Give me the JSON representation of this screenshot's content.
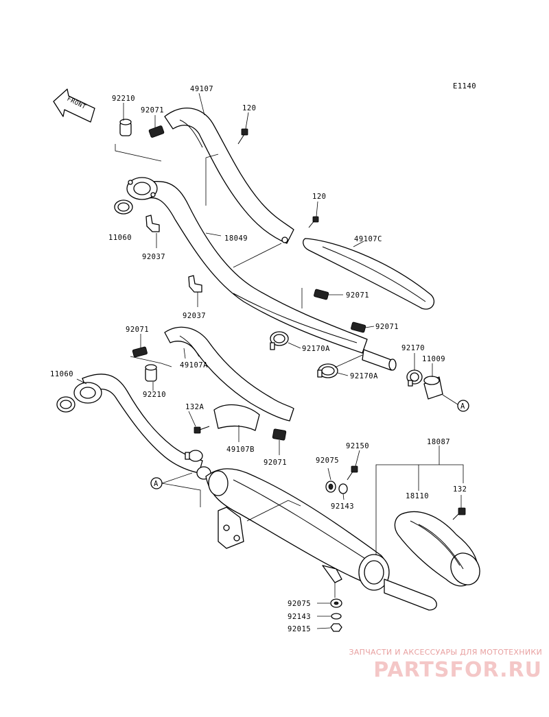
{
  "diagram": {
    "code": "E1140",
    "front_label": "FRONT",
    "labels": {
      "p92210_top": "92210",
      "p92071_top": "92071",
      "p49107": "49107",
      "p120_top": "120",
      "p11060_top": "11060",
      "p92037_top": "92037",
      "p18049": "18049",
      "p120_mid": "120",
      "p49107c": "49107C",
      "p92037_mid": "92037",
      "p92071_mid": "92071",
      "p92071_right": "92071",
      "p92170a_1": "92170A",
      "p92170a_2": "92170A",
      "p92170": "92170",
      "p11009": "11009",
      "ref_a_right": "A",
      "p92071_left": "92071",
      "p11060_left": "11060",
      "p49107a": "49107A",
      "p92210_left": "92210",
      "p132a": "132A",
      "p49107b": "49107B",
      "p92071_b": "92071",
      "p92150": "92150",
      "p18087": "18087",
      "p92075_top": "92075",
      "p92143_top": "92143",
      "p18110": "18110",
      "p132": "132",
      "ref_a_left": "A",
      "p92075_bot": "92075",
      "p92143_bot": "92143",
      "p92015": "92015"
    }
  },
  "watermark": {
    "line1": "ЗАПЧАСТИ И АКСЕССУАРЫ ДЛЯ МОТОТЕХНИКИ",
    "logo": "PARTSFOR.RU"
  }
}
